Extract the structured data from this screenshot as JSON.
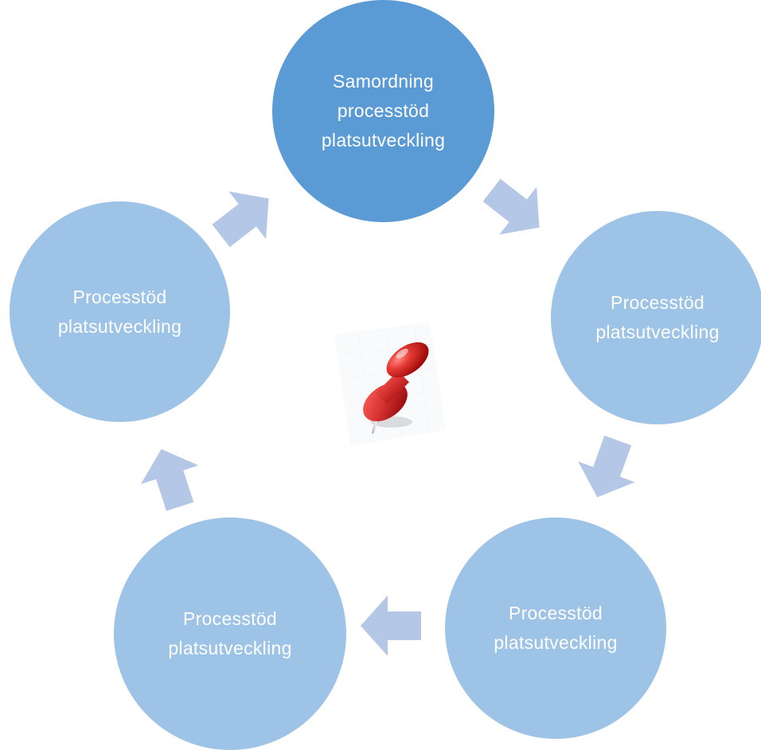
{
  "colors": {
    "primary_node": "#5b9bd5",
    "secondary_node": "#9dc3e6",
    "arrow": "#b4c7e7",
    "text": "#ffffff"
  },
  "cycle": {
    "nodes": [
      {
        "lines": [
          "Samordning",
          "processtöd",
          "platsutveckling"
        ]
      },
      {
        "lines": [
          "Processtöd",
          "platsutveckling"
        ]
      },
      {
        "lines": [
          "Processtöd",
          "platsutveckling"
        ]
      },
      {
        "lines": [
          "Processtöd",
          "platsutveckling"
        ]
      },
      {
        "lines": [
          "Processtöd",
          "platsutveckling"
        ]
      }
    ]
  },
  "center_image": {
    "icon": "red-pushpin-icon"
  }
}
